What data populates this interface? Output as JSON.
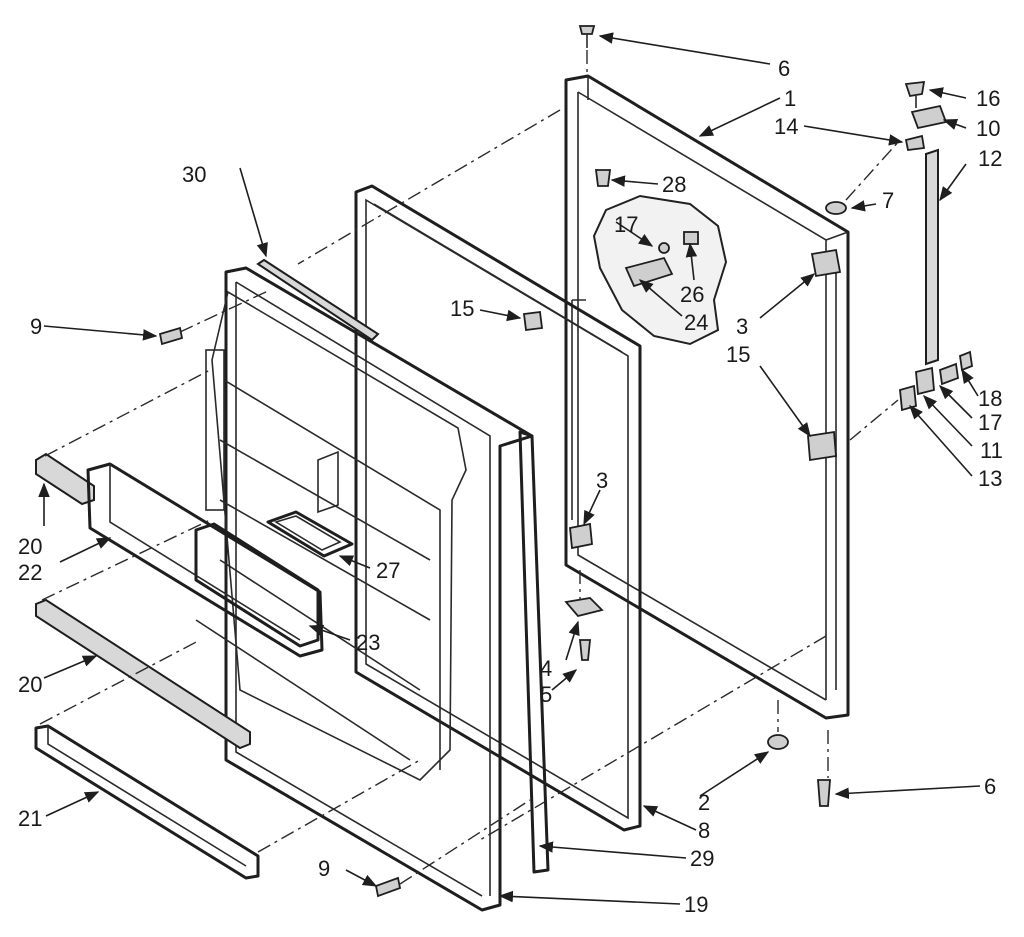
{
  "callouts": {
    "c1": "1",
    "c2": "2",
    "c3a": "3",
    "c3b": "3",
    "c4": "4",
    "c5": "5",
    "c6a": "6",
    "c6b": "6",
    "c7": "7",
    "c8": "8",
    "c9a": "9",
    "c9b": "9",
    "c10": "10",
    "c11": "11",
    "c12": "12",
    "c13": "13",
    "c14": "14",
    "c15a": "15",
    "c15b": "15",
    "c16": "16",
    "c17a": "17",
    "c17b": "17",
    "c18": "18",
    "c19": "19",
    "c20a": "20",
    "c20b": "20",
    "c21": "21",
    "c22": "22",
    "c23": "23",
    "c24": "24",
    "c26": "26",
    "c27": "27",
    "c28": "28",
    "c29": "29",
    "c30": "30"
  }
}
